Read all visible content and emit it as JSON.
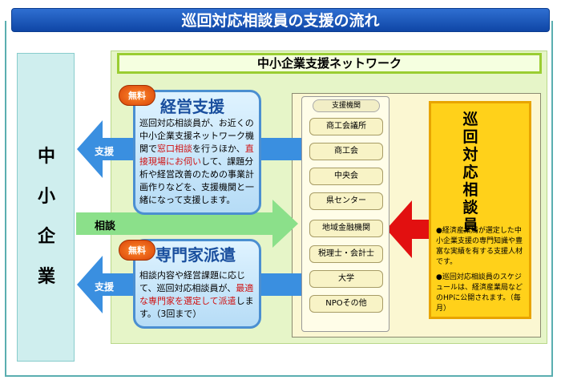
{
  "title": "巡回対応相談員の支援の流れ",
  "sme": [
    "中",
    "小",
    "企",
    "業"
  ],
  "network_title": "中小企業支援ネットワーク",
  "arrows": {
    "support_top": "支援",
    "consult": "相談",
    "support_bottom": "支援"
  },
  "management": {
    "badge": "無料",
    "title": "経営支援",
    "text_parts": [
      "巡回対応相談員が、お近くの中小企業支援ネットワーク機関で",
      "窓口相談",
      "を行うほか、",
      "直接現場にお伺い",
      "して、課題分析や経営改善のための事業計画作りなどを、支援機関と一緒になって支援します。"
    ]
  },
  "expert": {
    "badge": "無料",
    "title": "専門家派遣",
    "text_parts": [
      "相談内容や経営課題に応じて、巡回対応相談員が、",
      "最適な専門家を選定して派遣",
      "します。（3回まで）"
    ]
  },
  "organizations": {
    "header": "支援機関",
    "items": [
      "商工会議所",
      "商工会",
      "中央会",
      "県センター",
      "地域金融機関",
      "税理士・会計士",
      "大学",
      "NPOその他"
    ]
  },
  "counselor": {
    "title": "巡回対応相談員",
    "notes": [
      "●経済産業局が選定した中小企業支援の専門知識や豊富な実績を有する支援人材です。",
      "●巡回対応相談員のスケジュールは、経済産業局などのHPに公開されます。（毎月）"
    ]
  },
  "colors": {
    "arrow_blue": "#3a8fe0",
    "arrow_green": "#8be08a",
    "arrow_red": "#e21010",
    "accent_red": "#d01010"
  }
}
